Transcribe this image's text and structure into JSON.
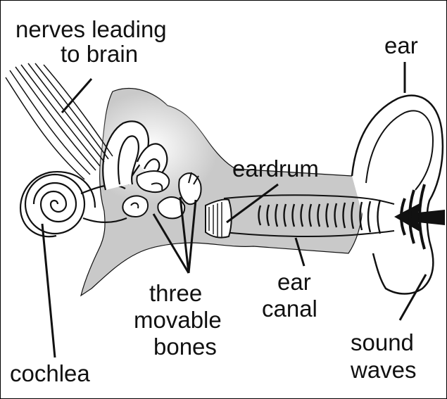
{
  "labels": {
    "nerves": [
      "nerves leading",
      "to brain"
    ],
    "ear": "ear",
    "eardrum": "eardrum",
    "cochlea": "cochlea",
    "bones": [
      "three",
      "movable",
      "bones"
    ],
    "ear_canal": [
      "ear",
      "canal"
    ],
    "sound_waves": [
      "sound",
      "waves"
    ]
  },
  "colors": {
    "ink": "#111111",
    "shade": "#c9c9c9",
    "background": "#ffffff"
  }
}
